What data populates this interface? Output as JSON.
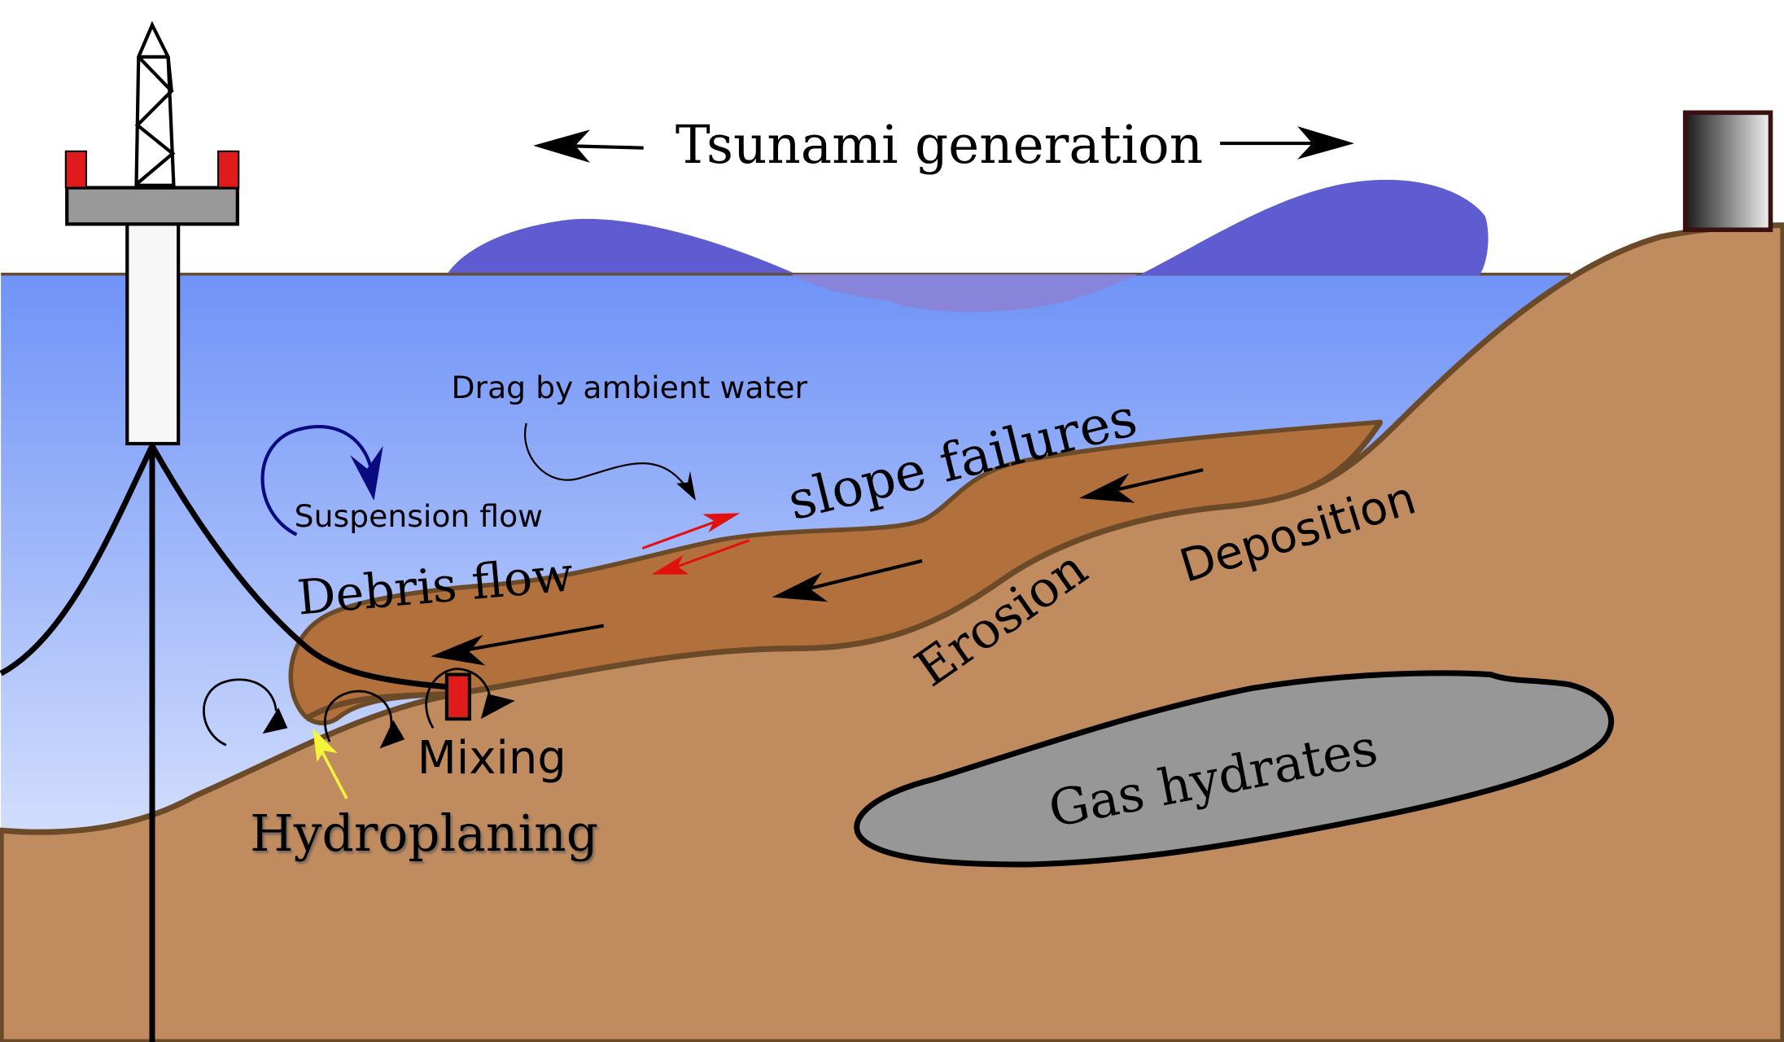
{
  "labels": {
    "tsunami": "Tsunami generation",
    "drag": "Drag by ambient water",
    "suspension": "Suspension flow",
    "debris": "Debris flow",
    "slope": "slope failures",
    "deposition": "Deposition",
    "erosion": "Erosion",
    "mixing": "Mixing",
    "hydroplaning": "Hydroplaning",
    "gas_hydrates": "Gas hydrates"
  },
  "colors": {
    "sky": "#ffffff",
    "water_top": "#6f93f7",
    "water_bottom": "#f4f7ff",
    "seabed": "#c08b5f",
    "seabed_line": "#6a4a28",
    "slide": "#b2713c",
    "wave": "#5f5bd0",
    "wave_trough": "#8a82d6",
    "gas_hydrate": "#979797",
    "platform_red": "#e01b1b",
    "platform_gray": "#999999",
    "arrow_red": "#e31010",
    "arrow_yellow": "#f4f43a",
    "suspension_blue": "#0a0a80"
  },
  "icons": {
    "platform": "oil-platform-icon",
    "chimney": "onshore-chimney-icon"
  }
}
